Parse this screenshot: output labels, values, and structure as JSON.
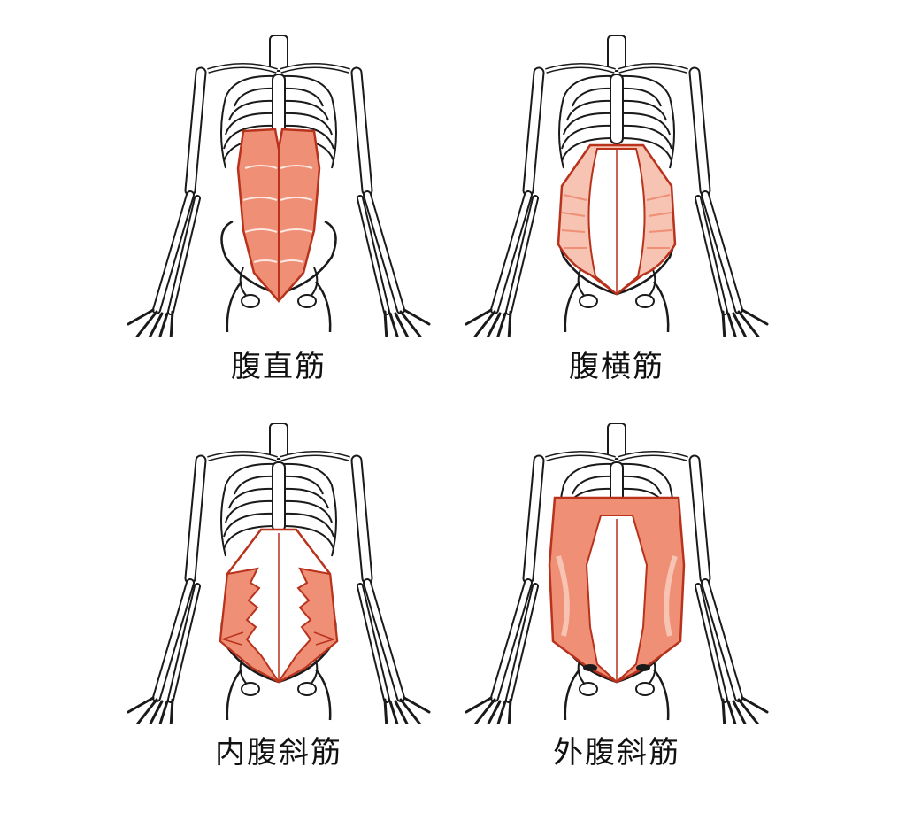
{
  "colors": {
    "muscle_fill": "#ef8f76",
    "muscle_light": "#f7c3b2",
    "muscle_outline": "#b8321c",
    "bone_outline": "#1a1a1a",
    "bone_fill": "#ffffff"
  },
  "panels": [
    {
      "label": "腹直筋",
      "muscle": "rectus-abdominis"
    },
    {
      "label": "腹横筋",
      "muscle": "transversus-abdominis"
    },
    {
      "label": "内腹斜筋",
      "muscle": "internal-oblique"
    },
    {
      "label": "外腹斜筋",
      "muscle": "external-oblique"
    }
  ]
}
